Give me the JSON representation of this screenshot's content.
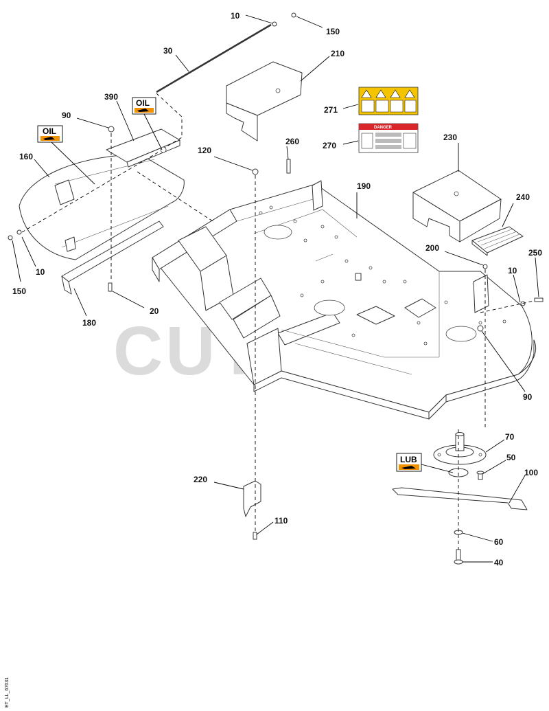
{
  "watermark": "CUTLER'S",
  "file_id": "ET_LL_67031",
  "tags": {
    "oil": "OIL",
    "lub": "LUB",
    "danger": "DANGER"
  },
  "colors": {
    "tag_orange": "#f39200",
    "warning_yellow": "#f5c400",
    "danger_red": "#d8262b"
  },
  "callouts": {
    "c10_top": "10",
    "c150_top": "150",
    "c30": "30",
    "c210": "210",
    "c390": "390",
    "c90_left": "90",
    "c160": "160",
    "c271": "271",
    "c270": "270",
    "c120": "120",
    "c260": "260",
    "c230": "230",
    "c190": "190",
    "c240": "240",
    "c150_left": "150",
    "c10_left": "10",
    "c20": "20",
    "c180": "180",
    "c200": "200",
    "c250": "250",
    "c10_right": "10",
    "c90_right": "90",
    "c70": "70",
    "c50": "50",
    "c100": "100",
    "c220": "220",
    "c110": "110",
    "c60": "60",
    "c40": "40"
  }
}
